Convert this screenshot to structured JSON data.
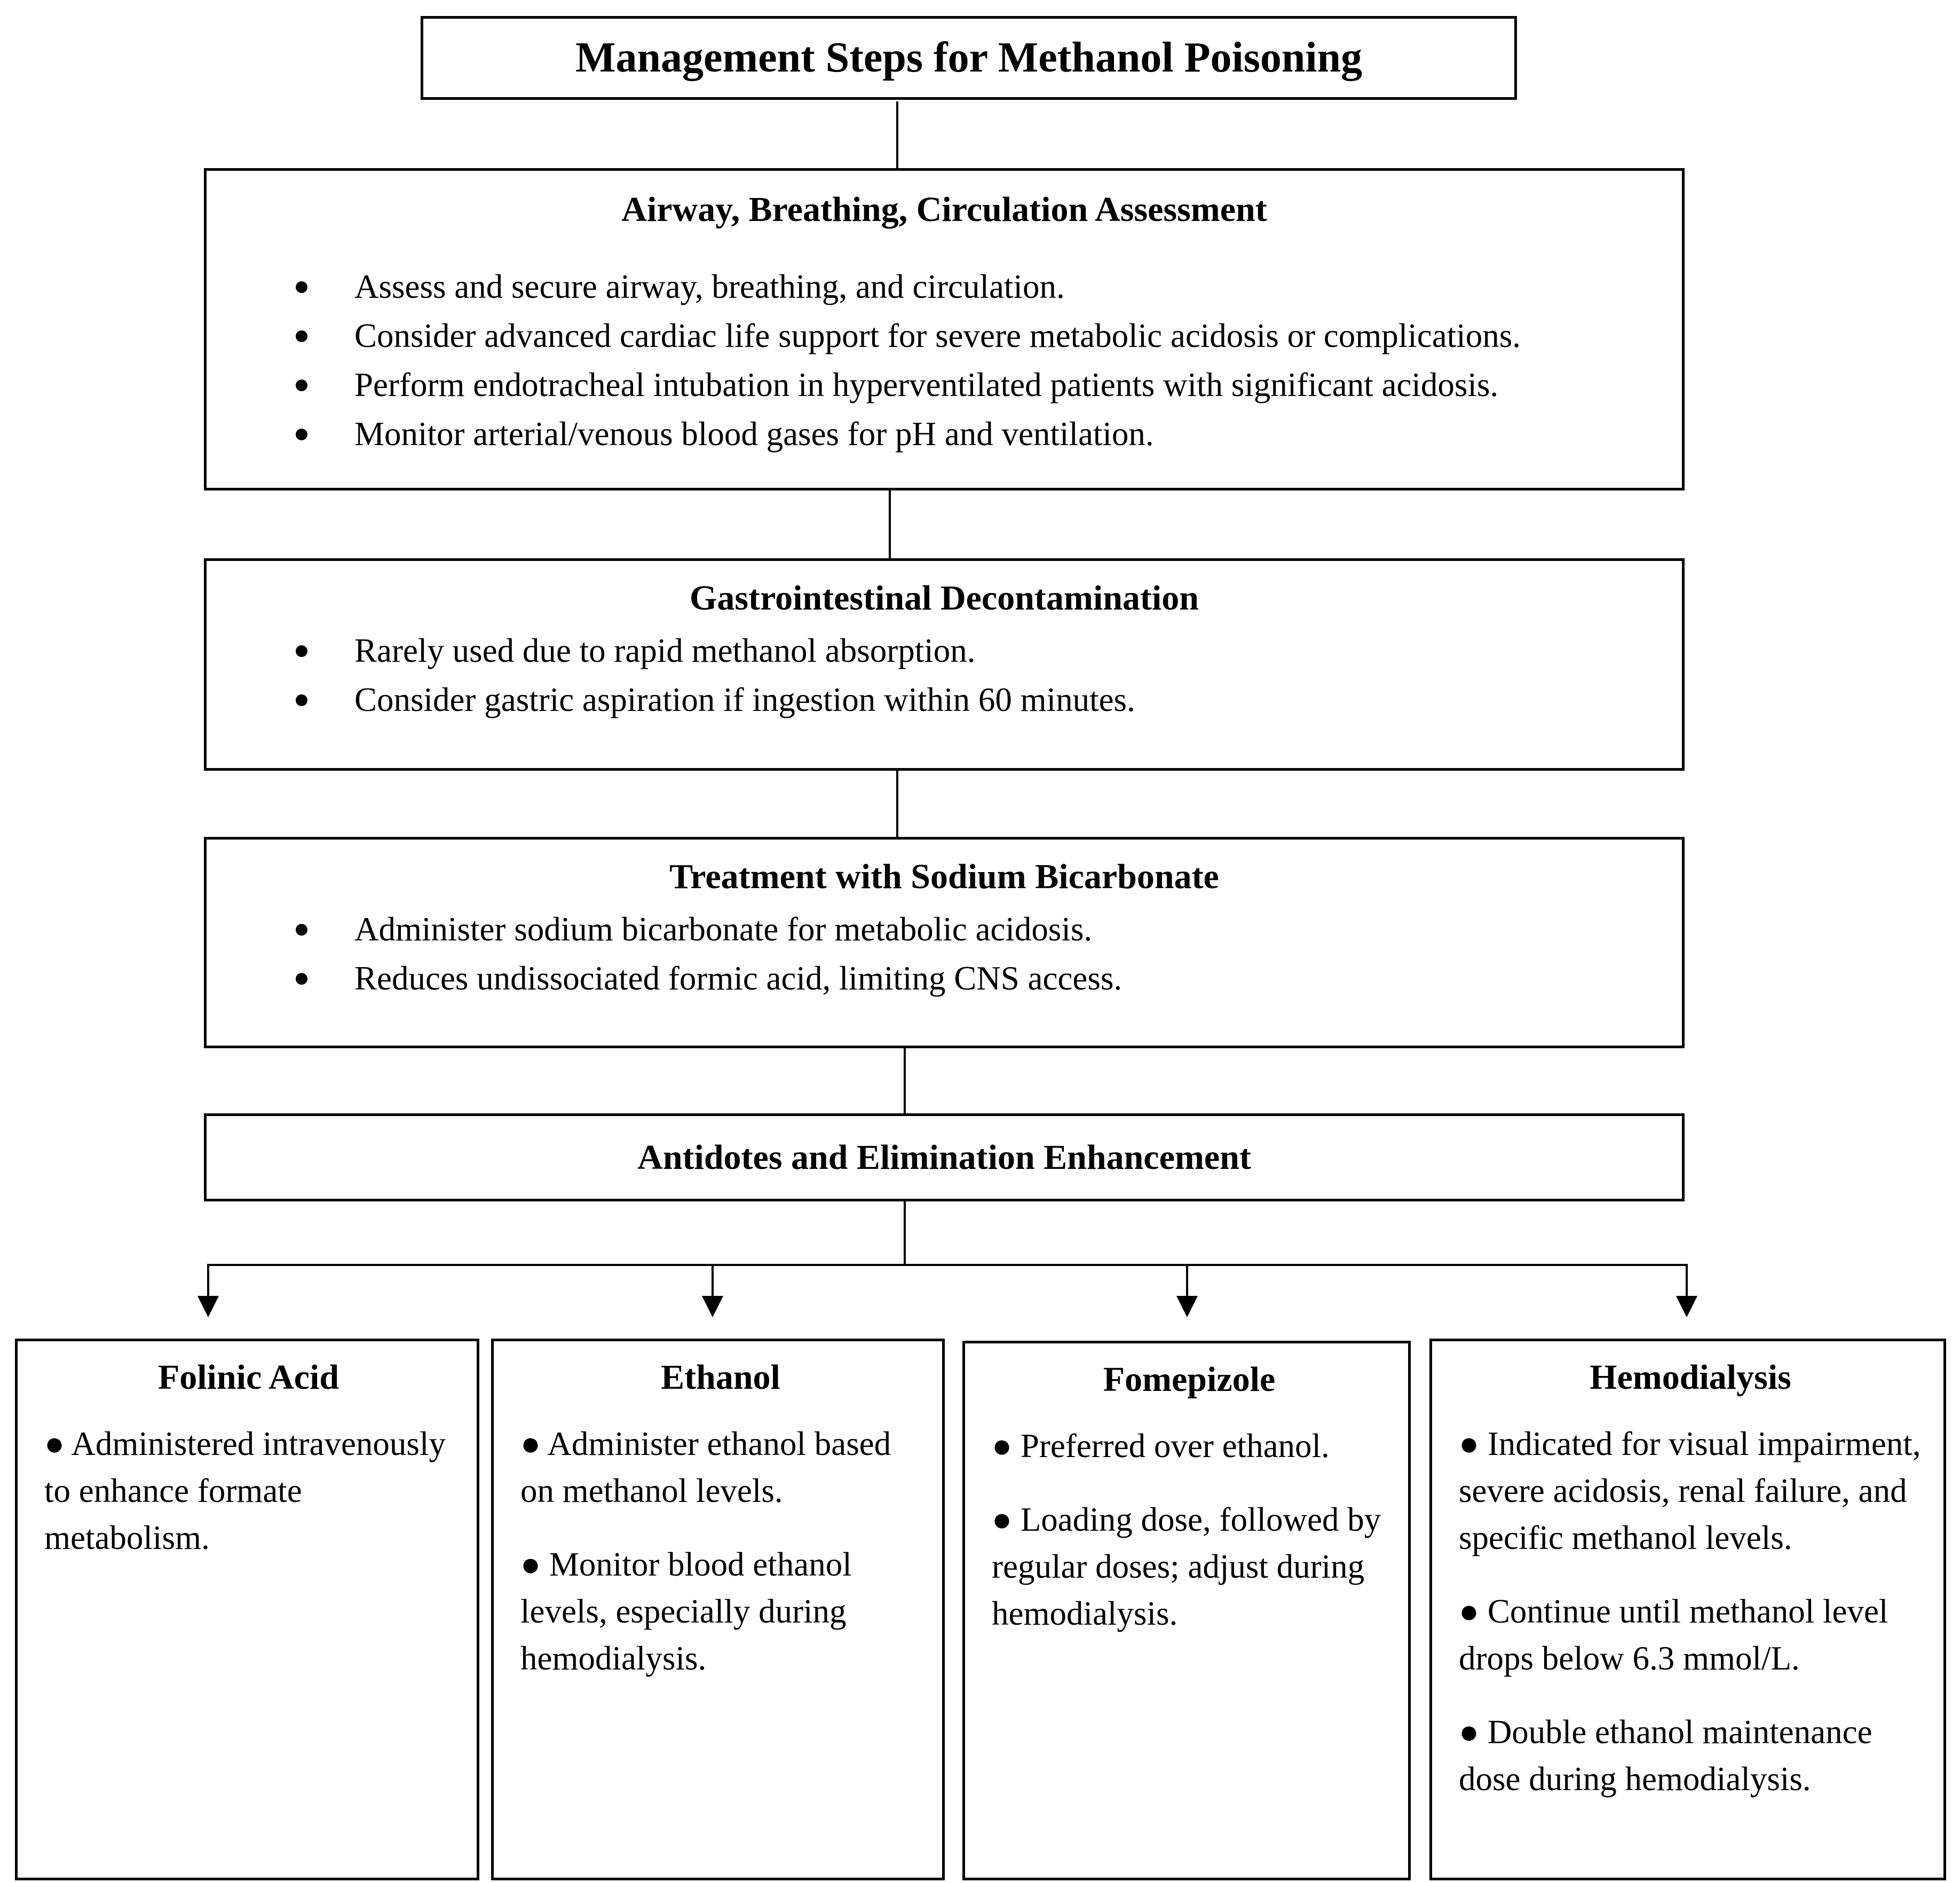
{
  "title": "Management Steps for Methanol Poisoning",
  "bullet_glyph": "●",
  "sections": [
    {
      "heading": "Airway, Breathing, Circulation Assessment",
      "items": [
        "Assess and secure airway, breathing, and circulation.",
        "Consider advanced cardiac life support for severe metabolic acidosis or complications.",
        "Perform endotracheal intubation in hyperventilated patients with significant acidosis.",
        "Monitor arterial/venous blood gases for pH and ventilation."
      ]
    },
    {
      "heading": "Gastrointestinal Decontamination",
      "items": [
        "Rarely used due to rapid methanol absorption.",
        "Consider gastric aspiration if ingestion within 60 minutes."
      ]
    },
    {
      "heading": "Treatment with Sodium Bicarbonate",
      "items": [
        "Administer sodium bicarbonate for metabolic acidosis.",
        "Reduces undissociated formic acid, limiting CNS access."
      ]
    },
    {
      "heading": "Antidotes and Elimination Enhancement"
    }
  ],
  "options": [
    {
      "heading": "Folinic Acid",
      "items": [
        "Administered intravenously to enhance formate metabolism."
      ]
    },
    {
      "heading": "Ethanol",
      "items": [
        "Administer ethanol based on methanol levels.",
        "Monitor blood ethanol levels, especially during hemodialysis."
      ]
    },
    {
      "heading": "Fomepizole",
      "items": [
        "Preferred over ethanol.",
        "Loading dose, followed by regular doses; adjust during hemodialysis."
      ]
    },
    {
      "heading": "Hemodialysis",
      "items": [
        "Indicated for visual impairment, severe acidosis, renal failure, and specific methanol levels.",
        "Continue until methanol level drops below 6.3 mmol/L.",
        "Double ethanol maintenance dose during hemodialysis."
      ]
    }
  ]
}
